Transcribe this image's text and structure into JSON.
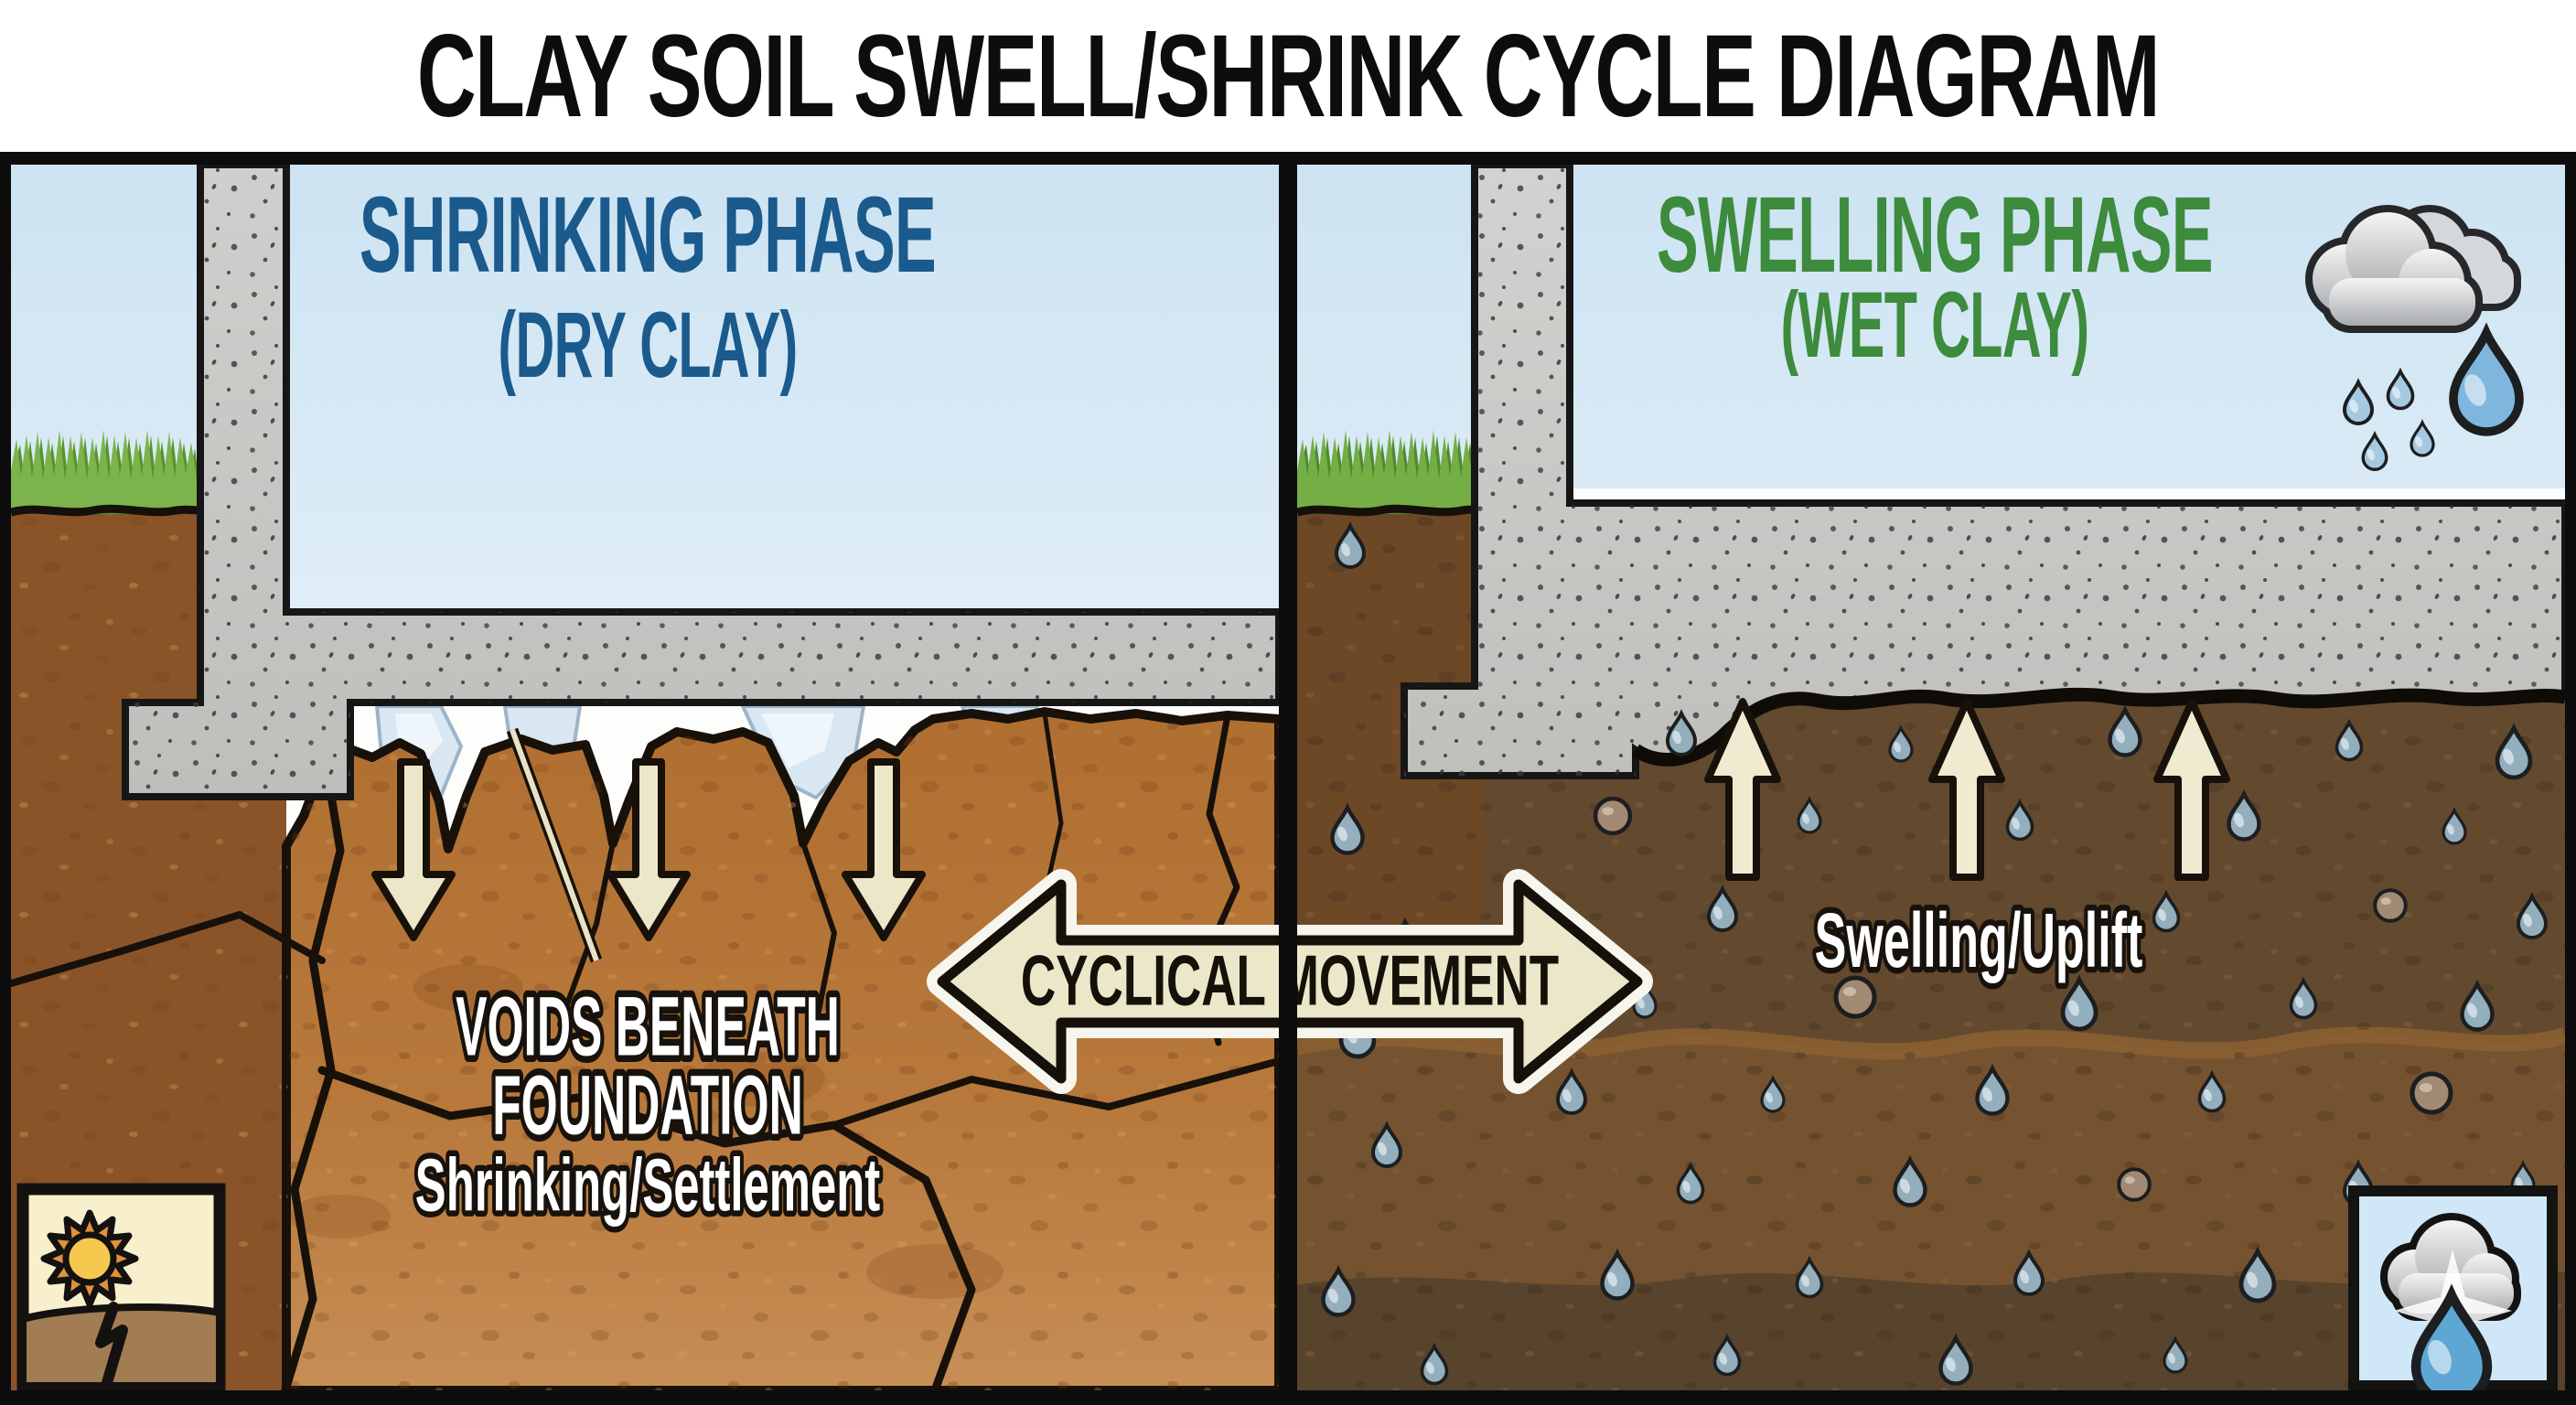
{
  "title": "CLAY SOIL SWELL/SHRINK CYCLE DIAGRAM",
  "left_panel": {
    "heading": "SHRINKING PHASE",
    "subheading": "(DRY CLAY)",
    "void_label_line1": "VOIDS BENEATH",
    "void_label_line2": "FOUNDATION",
    "void_label_line3": "Shrinking/Settlement"
  },
  "right_panel": {
    "heading": "SWELLING PHASE",
    "subheading": "(WET CLAY)",
    "uplift_label": "Swelling/Uplift"
  },
  "center_arrow": {
    "label": "CYCLICAL MOVEMENT"
  },
  "icons": {
    "top_right": "rain-cloud-icon",
    "bottom_left": "sun-cracked-ground-icon",
    "bottom_right": "rain-drop-cloud-icon"
  },
  "colors": {
    "heading_left": "#1b5a8c",
    "heading_right": "#3d8b3d",
    "title": "#0d0d0d",
    "arrow_fill": "#ece7c9",
    "dry_clay": "#b5763a",
    "dry_soil_strip": "#8a5428",
    "wet_soil": "#654931",
    "concrete": "#c9c9c7",
    "sky_top": "#cde3f2",
    "grass": "#7cb44b",
    "water_drop": "#93aebc",
    "outline": "#17110a"
  }
}
